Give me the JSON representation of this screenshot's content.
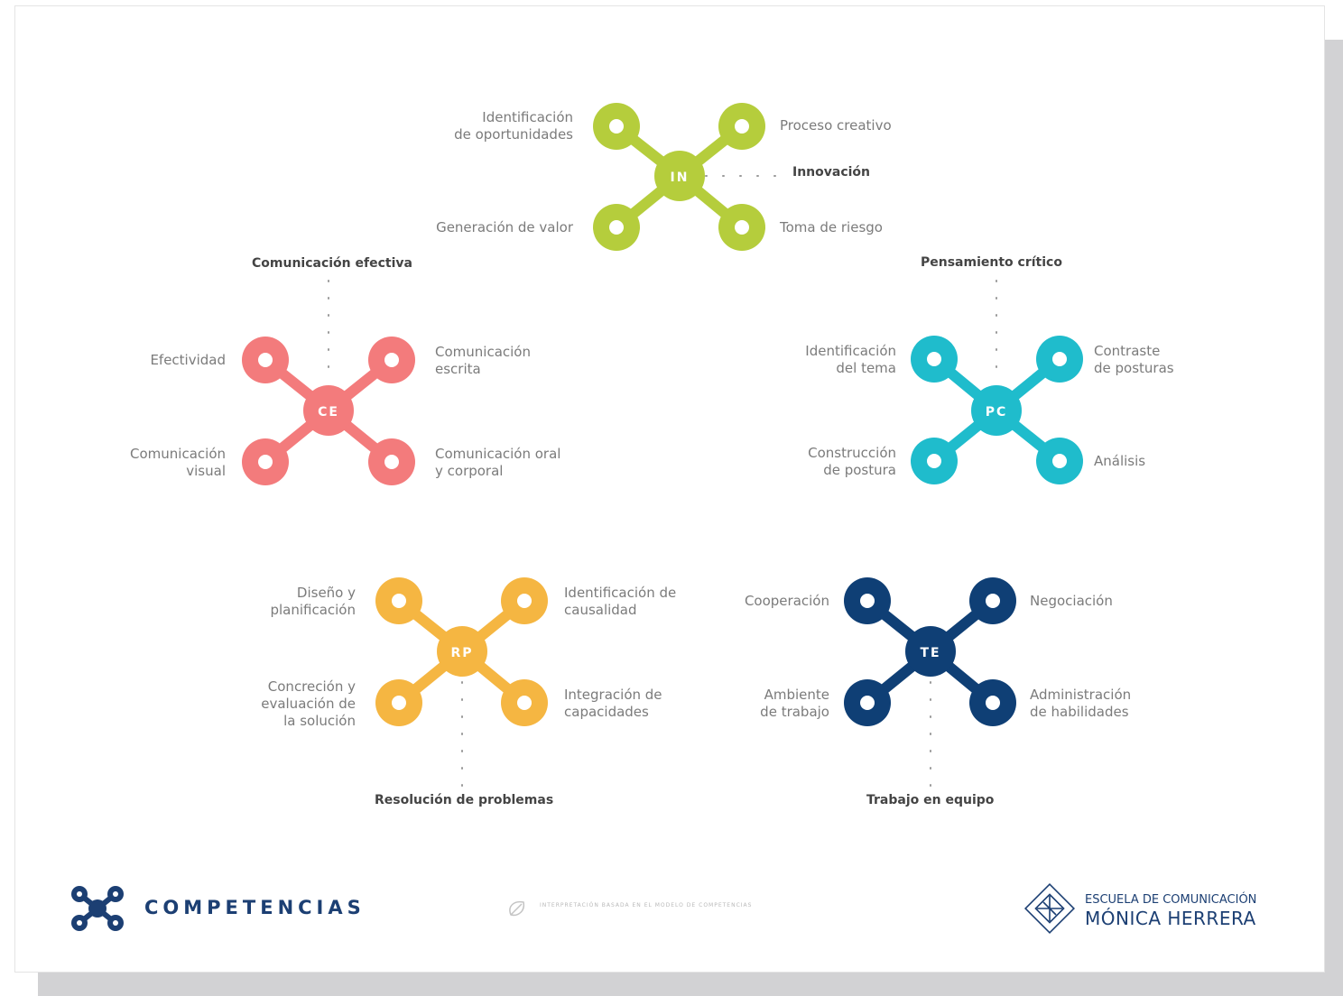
{
  "clusters": {
    "in": {
      "abbr": "IN",
      "title": "Innovación",
      "color": "#b5cd3c",
      "tl": [
        "Identificación",
        "de oportunidades"
      ],
      "tr": [
        "Proceso creativo"
      ],
      "bl": [
        "Generación de valor"
      ],
      "br": [
        "Toma de riesgo"
      ]
    },
    "ce": {
      "abbr": "CE",
      "title": "Comunicación efectiva",
      "color": "#f37b7c",
      "tl": [
        "Efectividad"
      ],
      "tr": [
        "Comunicación",
        "escrita"
      ],
      "bl": [
        "Comunicación",
        "visual"
      ],
      "br": [
        "Comunicación oral",
        "y corporal"
      ]
    },
    "pc": {
      "abbr": "PC",
      "title": "Pensamiento crítico",
      "color": "#1fbccc",
      "tl": [
        "Identificación",
        "del tema"
      ],
      "tr": [
        "Contraste",
        "de posturas"
      ],
      "bl": [
        "Construcción",
        "de postura"
      ],
      "br": [
        "Análisis"
      ]
    },
    "rp": {
      "abbr": "RP",
      "title": "Resolución de problemas",
      "color": "#f5b642",
      "tl": [
        "Diseño y",
        "planificación"
      ],
      "tr": [
        "Identificación de",
        "causalidad"
      ],
      "bl": [
        "Concreción y",
        "evaluación de",
        "la solución"
      ],
      "br": [
        "Integración de",
        "capacidades"
      ]
    },
    "te": {
      "abbr": "TE",
      "title": "Trabajo en equipo",
      "color": "#0f3f75",
      "tl": [
        "Cooperación"
      ],
      "tr": [
        "Negociación"
      ],
      "bl": [
        "Ambiente",
        "de trabajo"
      ],
      "br": [
        "Administración",
        "de habilidades"
      ]
    }
  },
  "footer": {
    "brand": "COMPETENCIAS",
    "brand_color": "#1c3f73",
    "footnote": "INTERPRETACIÓN BASADA EN EL MODELO DE COMPETENCIAS",
    "school_line1": "ESCUELA DE COMUNICACIÓN",
    "school_line2": "MÓNICA HERRERA"
  }
}
